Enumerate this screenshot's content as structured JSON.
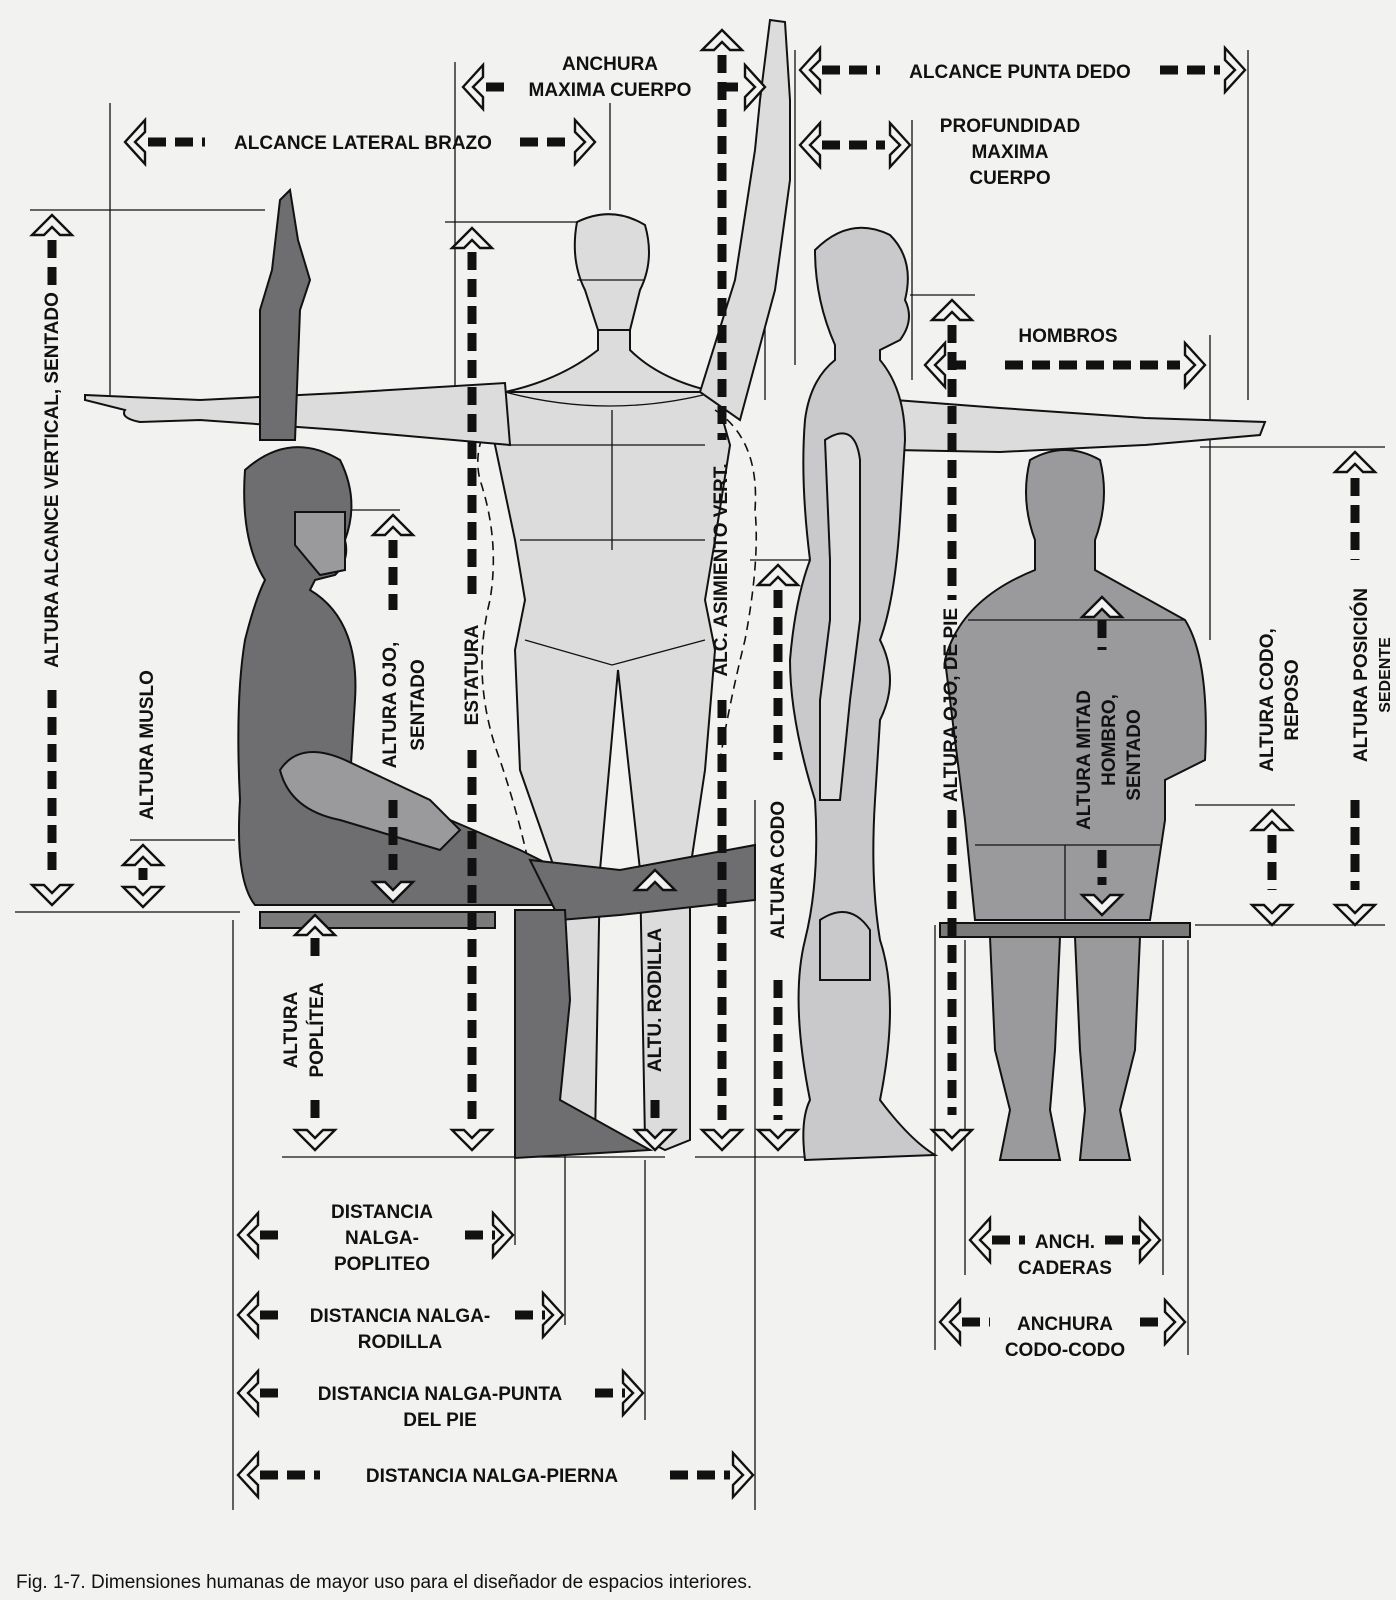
{
  "labels": {
    "anchura_maxima_cuerpo_1": "ANCHURA",
    "anchura_maxima_cuerpo_2": "MAXIMA CUERPO",
    "alcance_punta_dedo": "ALCANCE PUNTA DEDO",
    "alcance_lateral_brazo": "ALCANCE LATERAL BRAZO",
    "profundidad_1": "PROFUNDIDAD",
    "profundidad_2": "MAXIMA",
    "profundidad_3": "CUERPO",
    "hombros": "HOMBROS",
    "altura_alcance_vertical": "ALTURA ALCANCE VERTICAL, SENTADO",
    "altura_muslo": "ALTURA MUSLO",
    "altura_ojo_sentado_1": "ALTURA OJO,",
    "altura_ojo_sentado_2": "SENTADO",
    "estatura": "ESTATURA",
    "alc_asimiento_vert": "ALC. ASIMIENTO VERT.",
    "altura_ojo_de_pie": "ALTURA OJO, DE PIE",
    "altura_mitad_hombro_1": "ALTURA MITAD",
    "altura_mitad_hombro_2": "HOMBRO,",
    "altura_mitad_hombro_3": "SENTADO",
    "altura_codo_reposo_1": "ALTURA CODO,",
    "altura_codo_reposo_2": "REPOSO",
    "altura_posicion_sedente_1": "ALTURA POSICIÓN",
    "altura_posicion_sedente_2": "SEDENTE",
    "altura_codo": "ALTURA CODO",
    "altu_rodilla": "ALTU. RODILLA",
    "altura_poplitea_1": "ALTURA",
    "altura_poplitea_2": "POPLÍTEA",
    "dist_nalga_popliteo_1": "DISTANCIA",
    "dist_nalga_popliteo_2": "NALGA-",
    "dist_nalga_popliteo_3": "POPLITEO",
    "dist_nalga_rodilla_1": "DISTANCIA NALGA-",
    "dist_nalga_rodilla_2": "RODILLA",
    "dist_nalga_punta_1": "DISTANCIA NALGA-PUNTA",
    "dist_nalga_punta_2": "DEL PIE",
    "dist_nalga_pierna": "DISTANCIA NALGA-PIERNA",
    "anch_caderas_1": "ANCH.",
    "anch_caderas_2": "CADERAS",
    "anchura_codo_codo_1": "ANCHURA",
    "anchura_codo_codo_2": "CODO-CODO"
  },
  "caption": "Fig. 1-7.  Dimensiones humanas de mayor uso para el diseñador de espacios interiores."
}
